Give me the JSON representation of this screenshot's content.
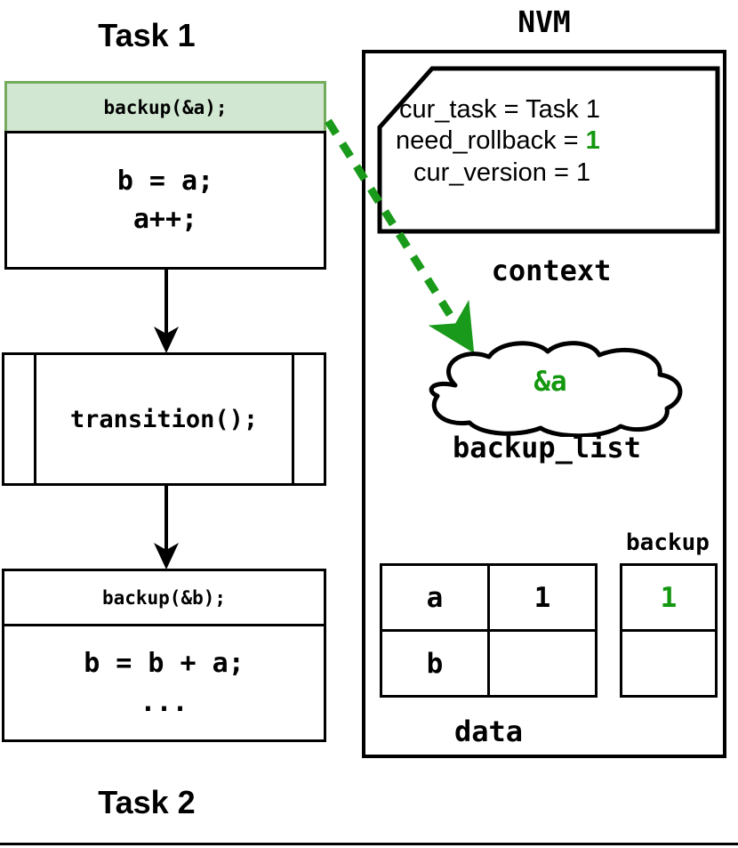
{
  "meta": {
    "title": "NVM task backup / rollback diagram",
    "colors": {
      "accent_green_text": "#13980f",
      "highlight_fill": "#d2e7d2",
      "highlight_border": "#74ab5c",
      "stroke": "#000000",
      "background": "#ffffff"
    }
  },
  "left_column": {
    "task1_title": "Task 1",
    "task2_title": "Task 2",
    "task1_block": {
      "header": "backup(&a);",
      "header_highlighted": true,
      "lines": [
        "b = a;",
        "a++;"
      ]
    },
    "transition_block": {
      "label": "transition();"
    },
    "task2_block": {
      "header": "backup(&b);",
      "header_highlighted": false,
      "lines": [
        "b = b + a;",
        "..."
      ]
    },
    "arrows": [
      {
        "name": "arrow-task1-to-transition"
      },
      {
        "name": "arrow-transition-to-task2"
      }
    ]
  },
  "nvm": {
    "title": "NVM",
    "context": {
      "label": "context",
      "fields": [
        {
          "name": "cur_task",
          "text_prefix": "cur_task = ",
          "value": "Task 1",
          "value_green": false
        },
        {
          "name": "need_rollback",
          "text_prefix": "need_rollback = ",
          "value": "1",
          "value_green": true
        },
        {
          "name": "cur_version",
          "text_prefix": "cur_version = ",
          "value": "1",
          "value_green": false
        }
      ]
    },
    "backup_list": {
      "label": "backup_list",
      "entries": [
        "&a"
      ],
      "entry_green": true
    },
    "data": {
      "label": "data",
      "backup_label": "backup",
      "rows": [
        {
          "name": "a",
          "value": "1",
          "backup": "1",
          "backup_green": true
        },
        {
          "name": "b",
          "value": "",
          "backup": "",
          "backup_green": false
        }
      ]
    },
    "link_arrow": {
      "name": "dashed-arrow-backup-to-list",
      "style": "dashed",
      "color": "#1a9a1a"
    }
  }
}
